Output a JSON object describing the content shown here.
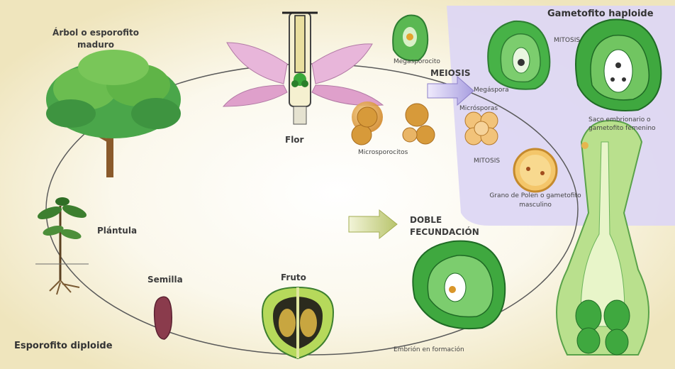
{
  "labels": {
    "haploid_title": "Gametofito haploide",
    "diploid_title": "Esporofito diploide",
    "mature_tree": "Árbol o esporofito maduro",
    "flower": "Flor",
    "megasporocyte": "Megasporocito",
    "meiosis": "MEIOSIS",
    "megaspore": "Megáspora",
    "mitosis_top": "MITOSIS",
    "embryo_sac": "Saco embrionario o gametofito femenino",
    "microspores": "Micrósporas",
    "microsporocytes": "Microsporocitos",
    "mitosis_mid": "MITOSIS",
    "pollen_grain": "Grano de Polen o gametofito masculino",
    "double_fertilization": "DOBLE FECUNDACIÓN",
    "seedling": "Plántula",
    "seed": "Semilla",
    "fruit": "Fruto",
    "embryo_forming": "Embrión en formación"
  },
  "colors": {
    "cream_bg": "#f3ecc7",
    "haploid_panel": "#dcd6f2",
    "leaf_green": "#4db848",
    "dark_green": "#2e7d32",
    "cycle_line": "#555555",
    "pink_petal": "#e7b3d8",
    "pollen_orange": "#e8a94a",
    "arrow_lilac": "#b9b0e6",
    "arrow_olive": "#c9d48f"
  }
}
